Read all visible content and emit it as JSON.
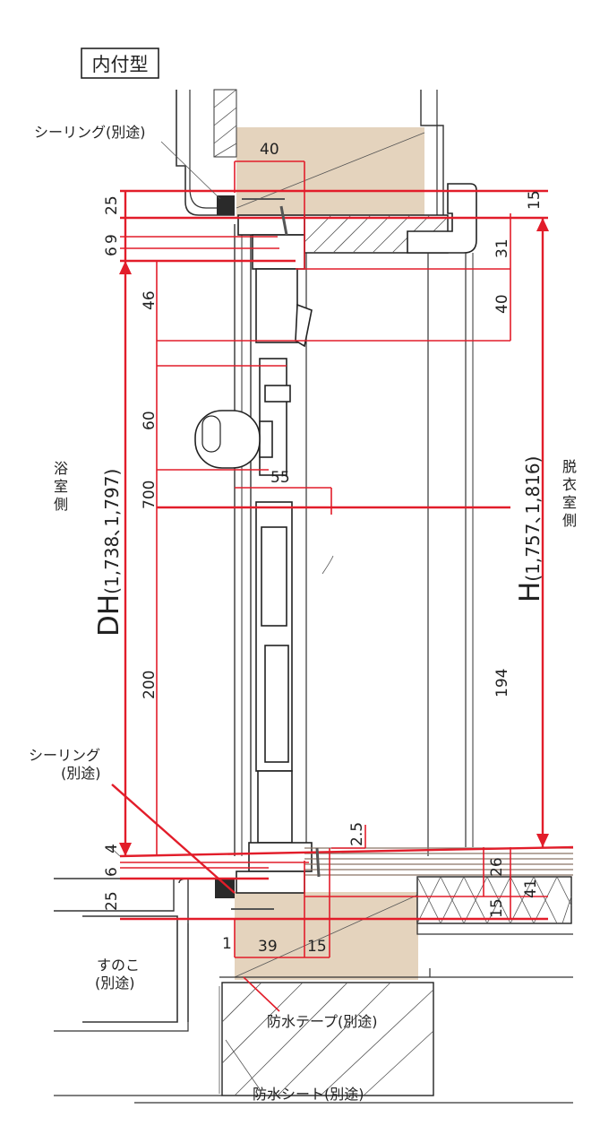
{
  "title": "内付型",
  "labels": {
    "sealing_top": "シーリング(別途)",
    "sealing_bottom_1": "シーリング",
    "sealing_bottom_2": "(別途)",
    "bath_side_1": "浴",
    "bath_side_2": "室",
    "bath_side_3": "側",
    "dress_side_1": "脱",
    "dress_side_2": "衣",
    "dress_side_3": "室",
    "dress_side_4": "側",
    "sunoko_1": "すのこ",
    "sunoko_2": "(別途)",
    "waterproof_tape": "防水テープ(別途)",
    "waterproof_sheet": "防水シート(別途)"
  },
  "dimensions": {
    "d40_top": "40",
    "d25_top": "25",
    "d9": "9",
    "d6_top": "6",
    "d46": "46",
    "d60": "60",
    "d700": "700",
    "d55": "55",
    "d200": "200",
    "d15_right": "15",
    "d31": "31",
    "d40_right": "40",
    "d194": "194",
    "d2_5": "2.5",
    "d4": "4",
    "d6_bottom": "6",
    "d25_bottom": "25",
    "d26": "26",
    "d41": "41",
    "d15_bottom_right": "15",
    "d1": "1",
    "d39": "39",
    "d15_bottom": "15",
    "dh_main": "DH",
    "dh_sub": "(1,738､1,797)",
    "h_main": "H",
    "h_sub": "(1,757､1,816)"
  }
}
